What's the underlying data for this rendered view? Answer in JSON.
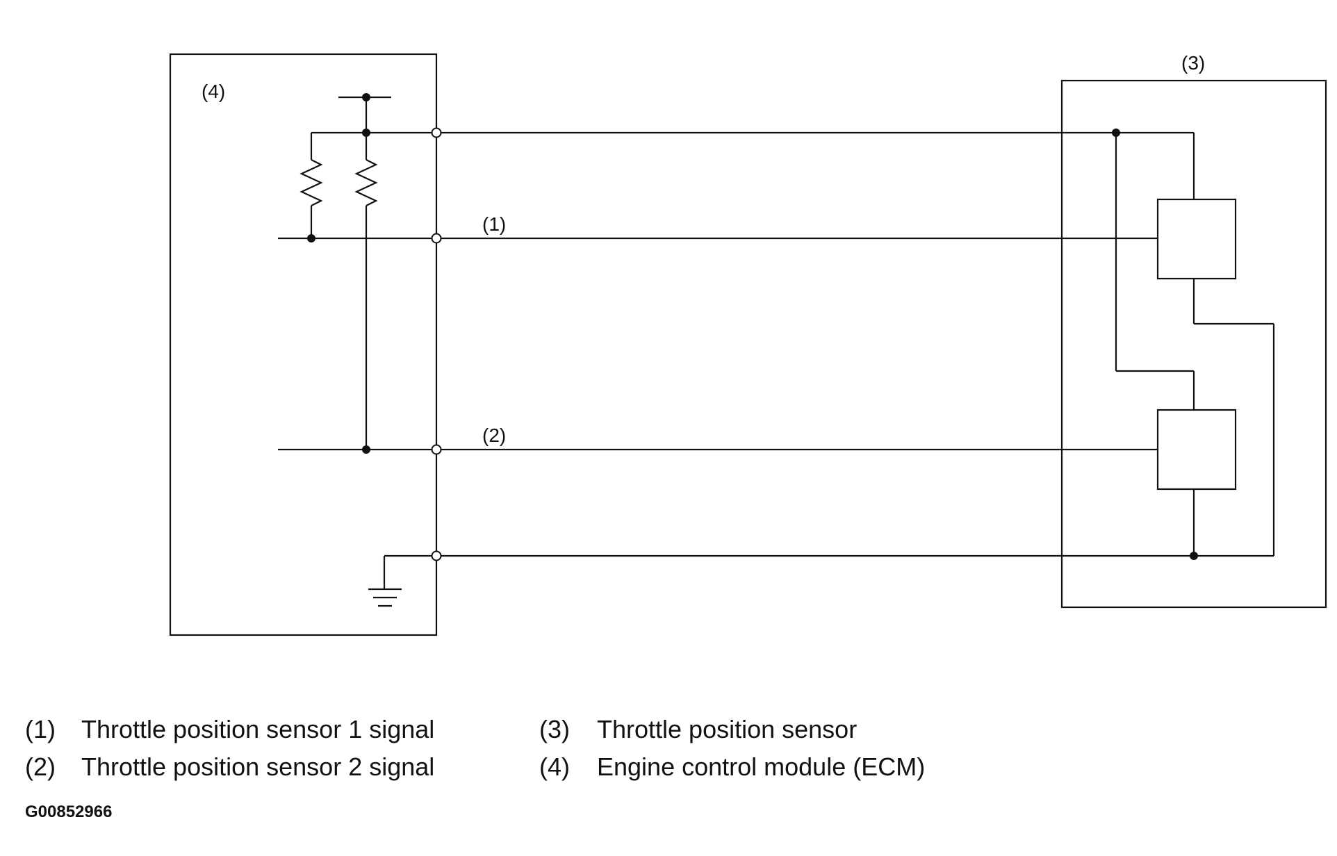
{
  "callouts": {
    "ecm": "(4)",
    "tps": "(3)",
    "signal1": "(1)",
    "signal2": "(2)"
  },
  "legend": [
    {
      "num": "(1)",
      "text": "Throttle position sensor 1 signal"
    },
    {
      "num": "(2)",
      "text": "Throttle position sensor 2 signal"
    },
    {
      "num": "(3)",
      "text": "Throttle position sensor"
    },
    {
      "num": "(4)",
      "text": "Engine control module (ECM)"
    }
  ],
  "figure_id": "G00852966",
  "colors": {
    "line": "#111111",
    "background": "#ffffff"
  }
}
